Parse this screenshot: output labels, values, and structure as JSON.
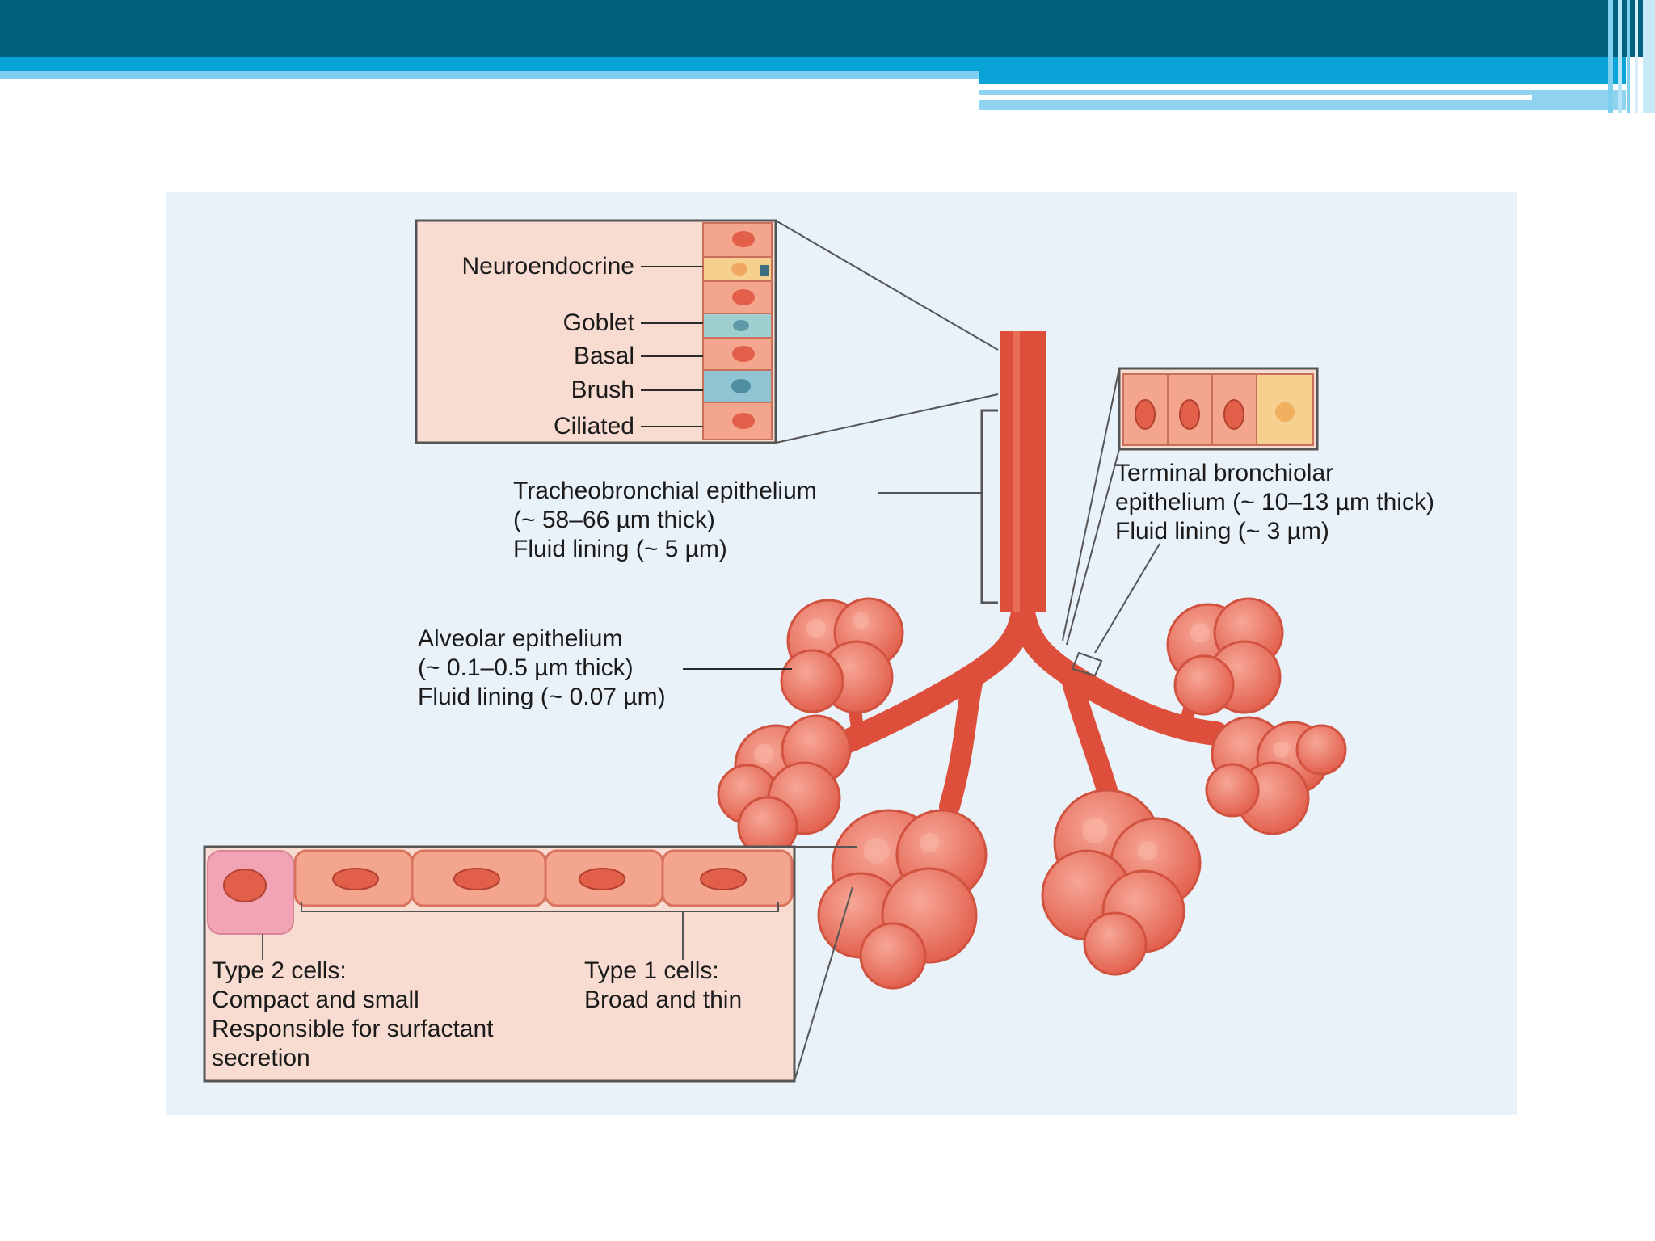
{
  "diagram": {
    "colors": {
      "header_dark": "#04607f",
      "header_light": "#0aa3d8",
      "airway": "#e0543f",
      "alveoli": "#ec7b66",
      "cell_fill": "#f4a58e",
      "type2_cell": "#f2a3b4",
      "panel_bg": "#f9dcd1",
      "figure_bg": "#e9f1f9"
    },
    "upper_inset": {
      "neuroendocrine": "Neuroendocrine",
      "goblet": "Goblet",
      "basal": "Basal",
      "brush": "Brush",
      "ciliated": "Ciliated"
    },
    "tracheobronchial": {
      "line1": "Tracheobronchial epithelium",
      "line2": "(~ 58–66 µm thick)",
      "line3": "Fluid lining (~ 5 µm)"
    },
    "terminal": {
      "line1": "Terminal bronchiolar",
      "line2": "epithelium (~ 10–13 µm thick)",
      "line3": "Fluid lining (~ 3 µm)"
    },
    "alveolar": {
      "line1": "Alveolar epithelium",
      "line2": "(~ 0.1–0.5 µm thick)",
      "line3": "Fluid lining (~ 0.07 µm)"
    },
    "type2": {
      "line1": "Type 2 cells:",
      "line2": "Compact and small",
      "line3": "Responsible for surfactant",
      "line4": "secretion"
    },
    "type1": {
      "line1": "Type 1 cells:",
      "line2": "Broad and thin"
    }
  }
}
